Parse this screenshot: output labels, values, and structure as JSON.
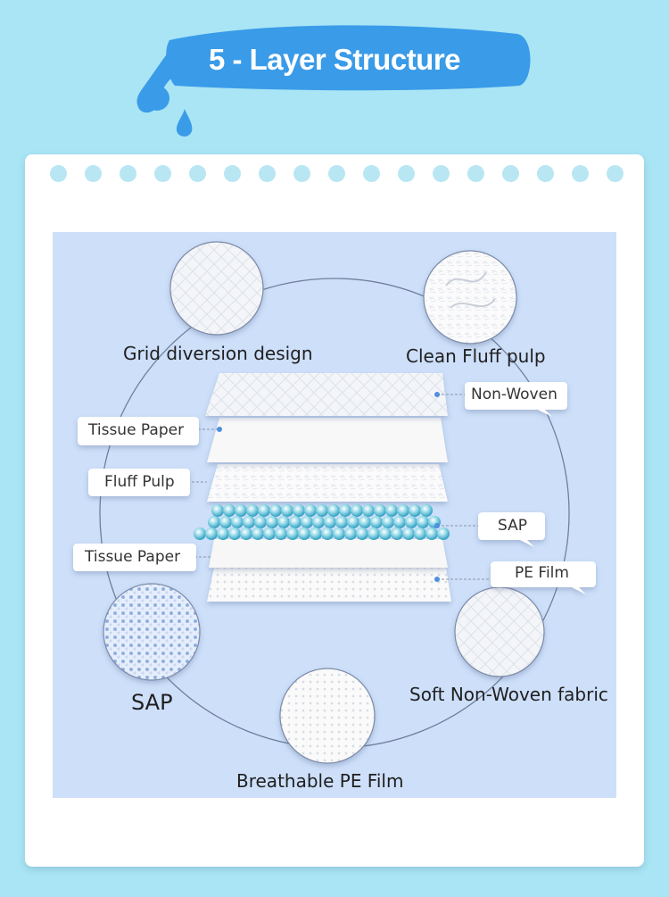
{
  "header": {
    "title": "5 - Layer Structure"
  },
  "colors": {
    "background": "#a9e5f5",
    "banner": "#3a9be8",
    "panel": "#cddff9",
    "circle_stroke": "#6f7f9c"
  },
  "features": {
    "grid": "Grid diversion design",
    "fluff": "Clean Fluff pulp",
    "sap": "SAP",
    "soft": "Soft Non-Woven fabric",
    "breathable": "Breathable PE Film"
  },
  "layers": {
    "non_woven": "Non-Woven",
    "tissue_top": "Tissue Paper",
    "fluff_pulp": "Fluff Pulp",
    "sap": "SAP",
    "tissue_bottom": "Tissue Paper",
    "pe_film": "PE Film"
  }
}
